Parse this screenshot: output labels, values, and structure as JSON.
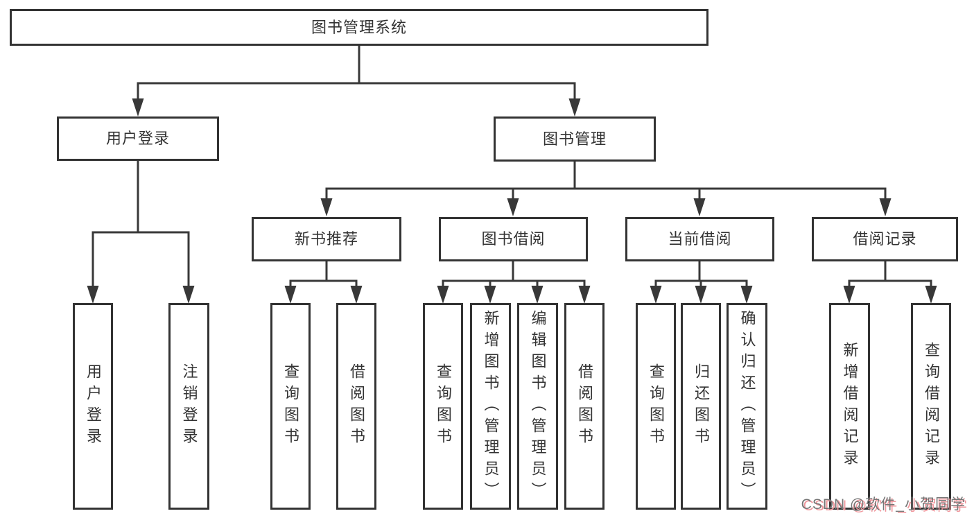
{
  "diagram": {
    "root": {
      "label": "图书管理系统"
    },
    "branches": [
      {
        "label": "用户登录",
        "children": [
          "用户登录",
          "注销登录"
        ]
      },
      {
        "label": "图书管理",
        "modules": [
          {
            "label": "新书推荐",
            "children": [
              "查询图书",
              "借阅图书"
            ]
          },
          {
            "label": "图书借阅",
            "children": [
              "查询图书",
              "新增图书（管理员）",
              "编辑图书（管理员）",
              "借阅图书"
            ]
          },
          {
            "label": "当前借阅",
            "children": [
              "查询图书",
              "归还图书",
              "确认归还（管理员）"
            ]
          },
          {
            "label": "借阅记录",
            "children": [
              "新增借阅记录",
              "查询借阅记录"
            ]
          }
        ]
      }
    ]
  },
  "watermark": {
    "text": "CSDN @软件_小贺同学"
  },
  "colors": {
    "line": "#383838",
    "border": "#333333",
    "text": "#333333",
    "box_bg": "#ffffff",
    "watermark_text": "#767676",
    "watermark_shadow": "#f0959b"
  }
}
